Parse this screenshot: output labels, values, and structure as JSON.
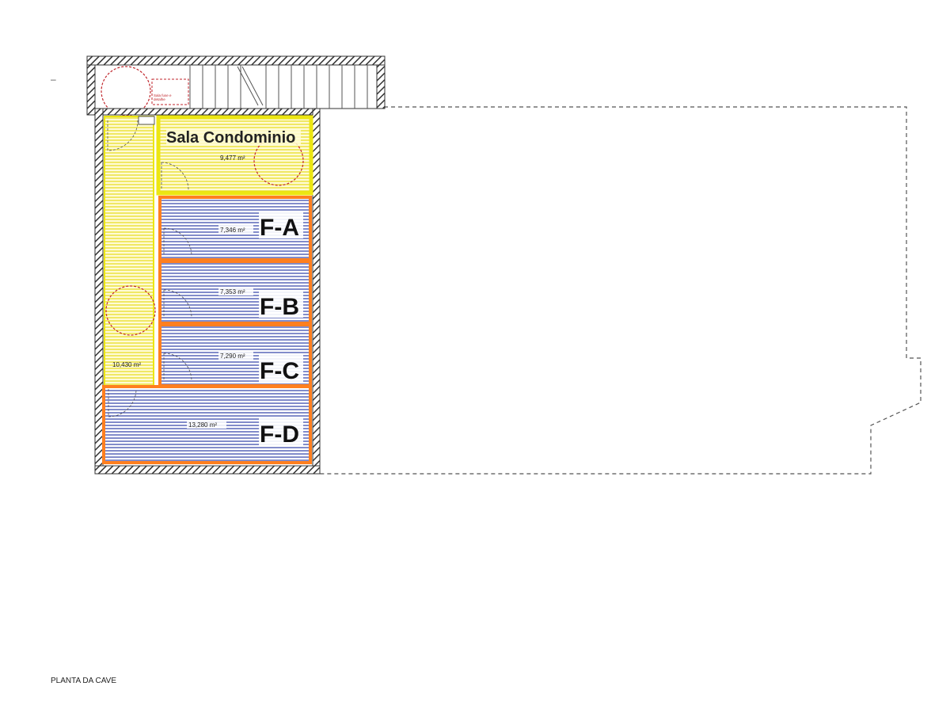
{
  "drawing": {
    "title": "PLANTA DA CAVE",
    "colors": {
      "common_fill": "#fffbd6",
      "common_hatch": "#e6dc1a",
      "common_border": "#ece612",
      "unit_fill": "#ffffff",
      "unit_hatch": "#2f3fa6",
      "unit_border": "#ff7f1f",
      "wall": "#3a3a3a",
      "dashed_outline": "#555555",
      "circle_dashed": "#c0262c"
    }
  },
  "rooms": {
    "corridor": {
      "area": "10,430 m²"
    },
    "sala_condominio": {
      "label": "Sala Condominio",
      "area": "9,477 m²"
    },
    "fa": {
      "label": "F-A",
      "area": "7,346 m²"
    },
    "fb": {
      "label": "F-B",
      "area": "7,353 m²"
    },
    "fc": {
      "label": "F-C",
      "area": "7,290 m²"
    },
    "fd": {
      "label": "F-D",
      "area": "13,280 m²"
    }
  },
  "top_strip": {
    "small_label_line1": "Sala fuse e",
    "small_label_line2": "detalhe"
  },
  "stray_mark": "–"
}
